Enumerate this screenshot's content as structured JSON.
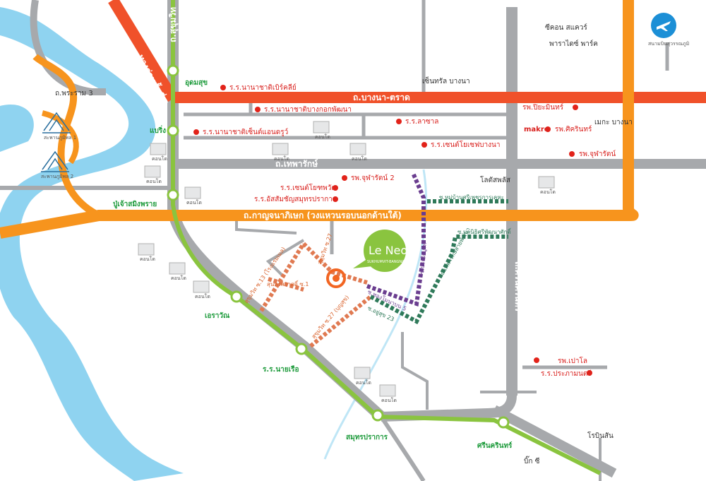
{
  "roads": {
    "bangna_trad": "ถ.บางนา-ตราด",
    "theparak": "ถ.เทพารักษ์",
    "kanchanaphisek": "ถ.กาญจนาภิเษก (วงแหวนรอบนอกด้านใต้)",
    "srinakarin": "ถ.ศรีนครินทร์",
    "rama3": "ถ.พระราม 3",
    "expressway": "ทางด่วนขั้นที่ 1",
    "sukhumvit_vertical": "ถ.สุขุมวิท"
  },
  "bridges": {
    "bhumibol1": "สะพานภูมิพล 1",
    "bhumibol2": "สะพานภูมิพล 2"
  },
  "stations": {
    "udomsuk": "อุดมสุข",
    "bearing": "แบริ่ง",
    "pu_chao": "ปู่เจ้าสมิงพราย",
    "chang_erawan": "เอราวัณ",
    "naval_academy": "ร.ร.นายเรือ",
    "samut_prakan": "สมุทรปราการ",
    "srinakarin_st": "ศรีนครินทร์"
  },
  "places": {
    "bangkok_prep": "ร.ร.นานาชาติเบิร์คลีย์",
    "bangkok_patana": "ร.ร.นานาชาติบางกอกพัฒนา",
    "st_andrews": "ร.ร.นานาชาติเซ็นต์แอนดรูว์",
    "lasal": "ร.ร.ลาซาล",
    "st_joseph": "ร.ร.เซนต์โยเซฟบางนา",
    "central_bangna": "เซ็นทรัล บางนา",
    "piyamin": "รพ.ปิยะมินทร์",
    "mega_bangna": "เมกะ บางนา",
    "sikarin": "รพ.ศิครินทร์",
    "chularat2": "รพ.จุฬารัตน์ 2",
    "chularat": "รพ.จุฬารัตน์",
    "st_dominic": "ร.ร.เซนต์โยฑพวัด",
    "assumption_sp": "ร.ร.อัสสัมชัญสมุทรปราการ",
    "lotus": "โลตัสพลัส",
    "mubankhrun": "ซ.หมู่บ้านศรีเพชรการเคหะ",
    "mansion": "ซ.มลนิธิศรีพัฒนาศักดิ์",
    "muang_boran": "รพ.เปาโล",
    "pramong": "ร.ร.ประภามนตรี",
    "robinson": "โรบินสัน",
    "big_c": "บิ๊ก ซี",
    "seacon": "ซีคอน สแควร์",
    "paradise": "พาราไดซ์ พาร์ค",
    "airport": "สนามบินสุวรรณภูมิ",
    "makro": "makro"
  },
  "sois": {
    "s13": "สุขุมวิท ซ.13 (โรงแรมเมล)",
    "saint": "ซ.ประวิงบูรพ์",
    "s27a": "สุขุมวิท ซ.27",
    "s27b": "สุขุมวิท ซ.27 (บุญสุข)",
    "sanon": "สุนทรสวาสดิ์ ซ.1",
    "s5": "ซ.ทองโมนาบน 5",
    "s23": "ซ.อยู่สุข 23",
    "theparak_soi": "ถ.เทพารักษ์สายพัฒนา"
  },
  "condo_label": "คอนโด",
  "project": {
    "name": "Le Neo",
    "sub": "SUKHUMVIT-BANGNA"
  },
  "colors": {
    "bts_green": "#8ac43f",
    "expressway_orange": "#f7941d",
    "bangna_red": "#f0512a",
    "road_grey": "#a7a9ac",
    "river_blue": "#8fd3f0",
    "soi_orange": "#e07a52",
    "soi_purple": "#6a3d8f",
    "soi_green": "#2f7a5a",
    "project_green": "#8ac43f"
  }
}
